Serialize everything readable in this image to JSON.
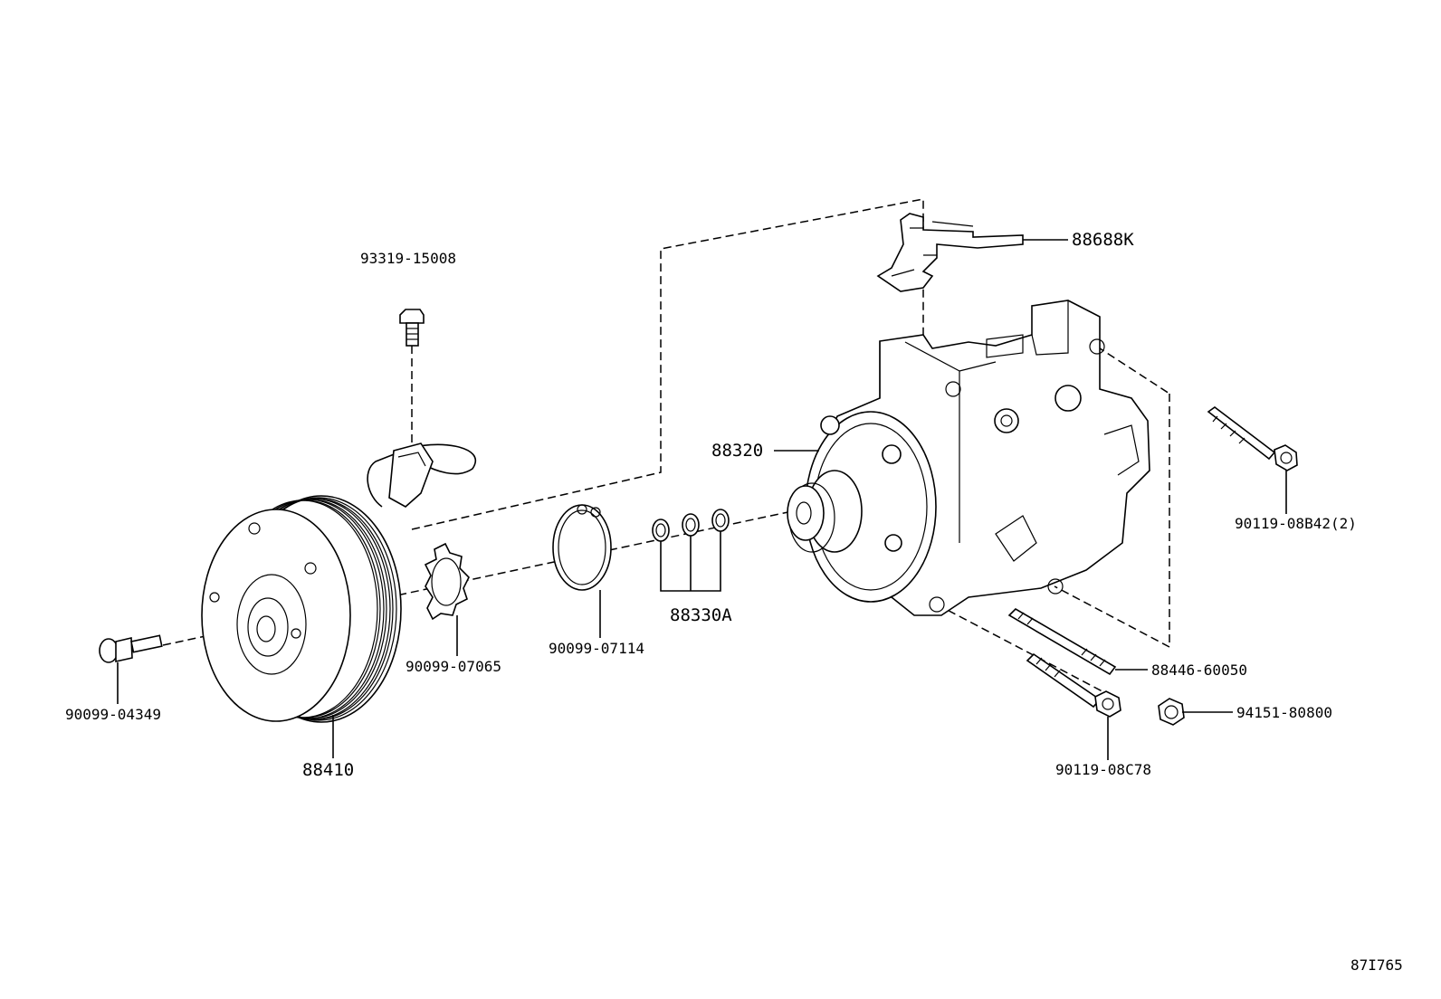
{
  "diagram": {
    "reference_code": "87I765",
    "labels": {
      "p93319": "93319-15008",
      "p88688k": "88688K",
      "p88320": "88320",
      "p90119_b42": "90119-08B42(2)",
      "p88330a": "88330A",
      "p90099_07114": "90099-07114",
      "p90099_07065": "90099-07065",
      "p90099_04349": "90099-04349",
      "p88410": "88410",
      "p88446": "88446-60050",
      "p94151": "94151-80800",
      "p90119_c78": "90119-08C78"
    }
  }
}
